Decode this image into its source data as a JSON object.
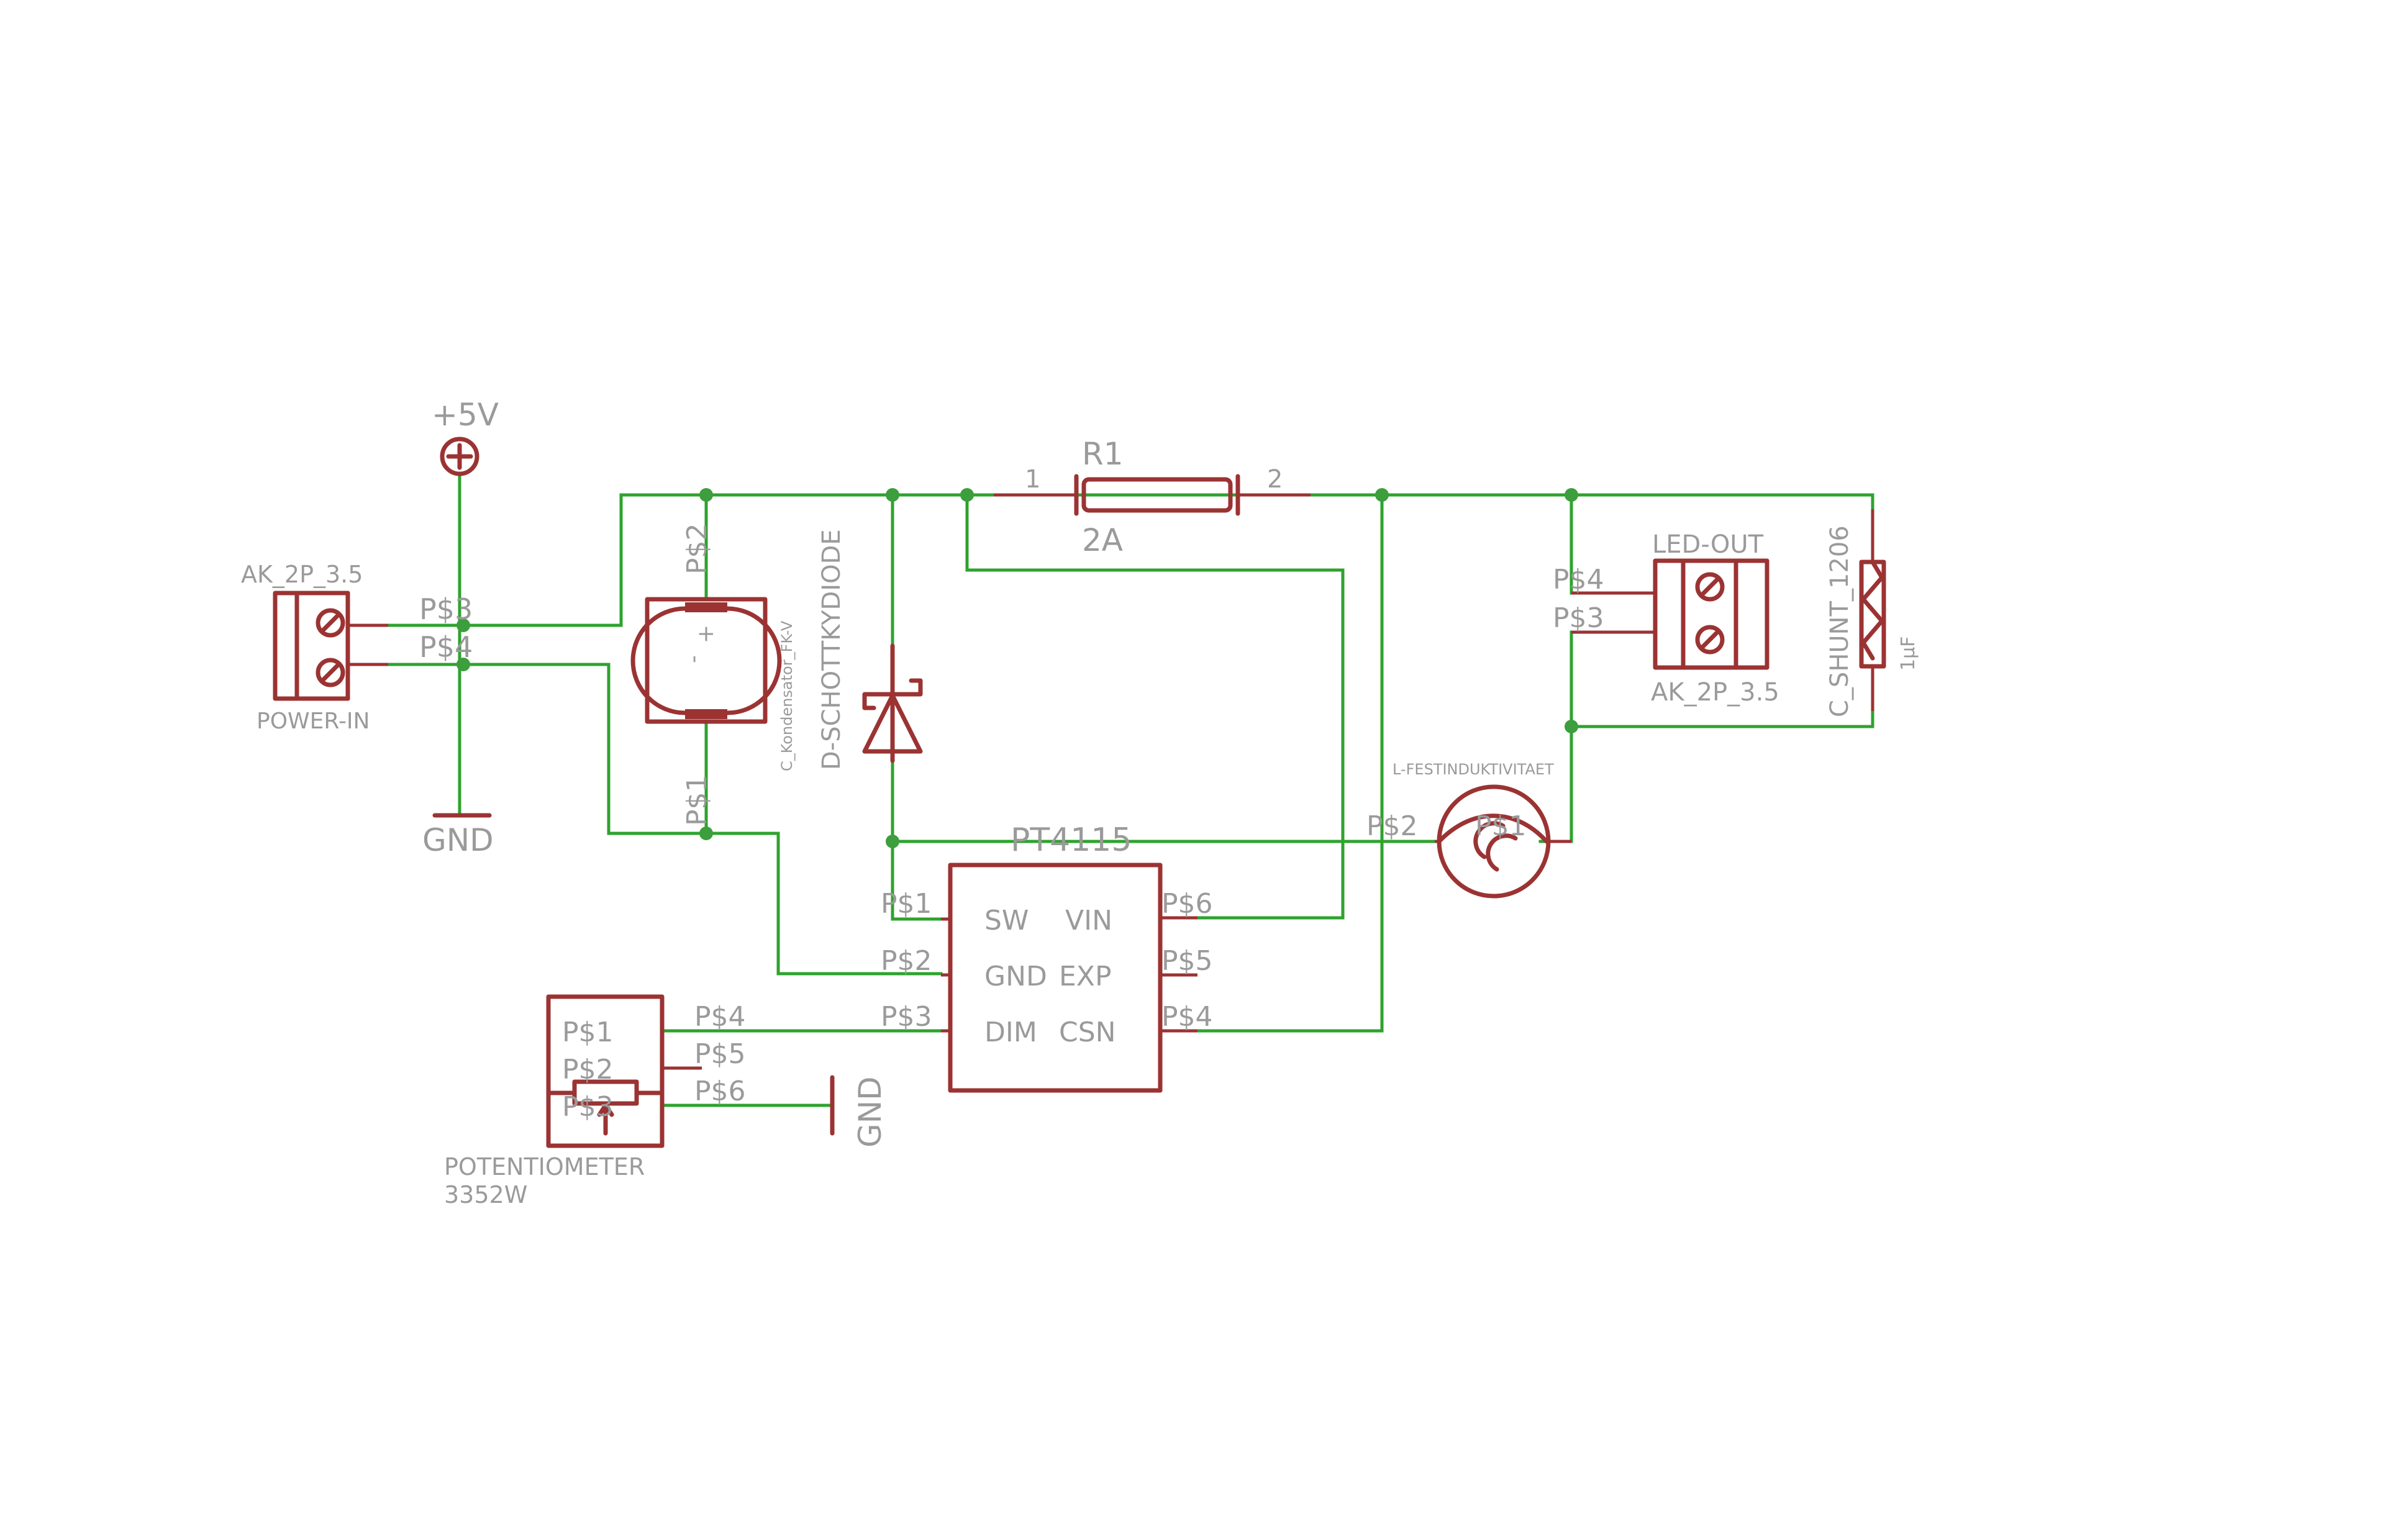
{
  "supply": {
    "label": "+5V",
    "gnd_left": "GND",
    "gnd_right": "GND"
  },
  "power_in": {
    "package": "AK_2P_3.5",
    "name": "POWER-IN",
    "pin_a": "P$3",
    "pin_b": "P$4"
  },
  "capacitor": {
    "name": "C_Kondensator_FK-V",
    "pin_top": "P$2",
    "pin_bottom": "P$1",
    "minus": "-",
    "plus": "+"
  },
  "diode": {
    "name": "D-SCHOTTKYDIODE"
  },
  "resistor": {
    "name": "R1",
    "value": "2A",
    "pin1": "1",
    "pin2": "2"
  },
  "led_out": {
    "name": "LED-OUT",
    "package": "AK_2P_3.5",
    "pin_a": "P$4",
    "pin_b": "P$3"
  },
  "shunt": {
    "name": "C_SHUNT_1206",
    "value": "1µF"
  },
  "inductor": {
    "name": "L-FESTINDUKTIVITAET",
    "pin_left": "P$2",
    "pin_right": "P$1"
  },
  "ic": {
    "name": "PT4115",
    "pins_left": [
      "P$1",
      "P$2",
      "P$3"
    ],
    "pins_right": [
      "P$6",
      "P$5",
      "P$4"
    ],
    "func_left": [
      "SW",
      "GND",
      "DIM"
    ],
    "func_right": [
      "VIN",
      "EXP",
      "CSN"
    ]
  },
  "pot": {
    "name": "POTENTIOMETER",
    "value": "3352W",
    "pins_inner": [
      "P$1",
      "P$2",
      "P$3"
    ],
    "pins_outer": [
      "P$4",
      "P$5",
      "P$6"
    ]
  }
}
